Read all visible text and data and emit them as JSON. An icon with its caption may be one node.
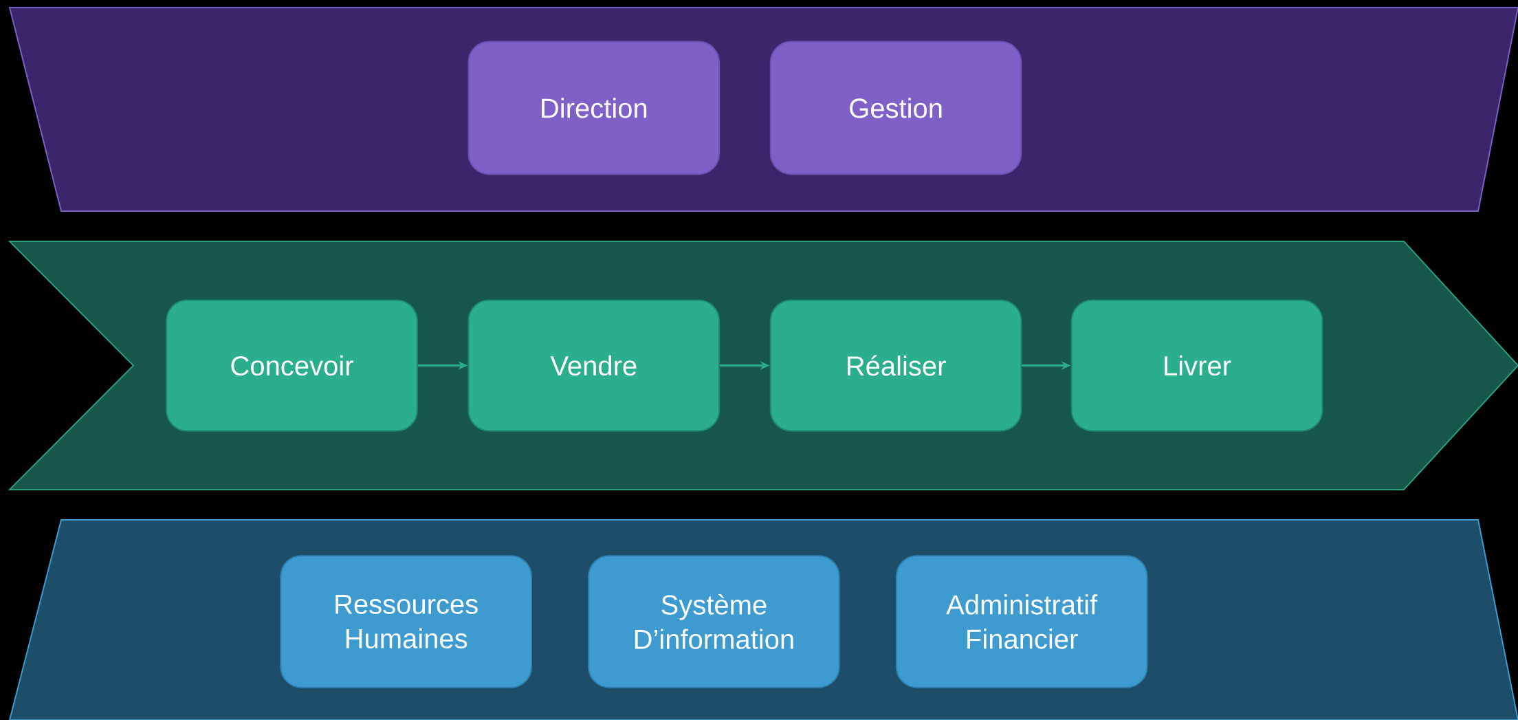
{
  "diagram": {
    "nodes": [
      {
        "text": [],
        "shape": "band"
      },
      {
        "text": [
          "Direction"
        ],
        "in": 0
      },
      {
        "text": [
          "Gestion"
        ],
        "in": 0
      },
      {
        "text": [],
        "shape": "arrow"
      },
      {
        "text": [
          "Concevoir"
        ],
        "in": 3
      },
      {
        "text": [
          "Vendre"
        ],
        "in": 3
      },
      {
        "text": [
          "Réaliser"
        ],
        "in": 3
      },
      {
        "text": [
          "Livrer"
        ],
        "in": 3
      },
      {
        "text": [],
        "shape": "band"
      },
      {
        "text": [
          "Ressources Humaines"
        ],
        "in": 8
      },
      {
        "text": [
          "Système D’information"
        ],
        "in": 8
      },
      {
        "text": [
          "Administratif Financier"
        ],
        "in": 8
      }
    ],
    "edges": [
      {
        "from": 4,
        "to": 5,
        "arrow": "to"
      },
      {
        "from": 5,
        "to": 6,
        "arrow": "to"
      },
      {
        "from": 6,
        "to": 7,
        "arrow": "to"
      }
    ]
  }
}
